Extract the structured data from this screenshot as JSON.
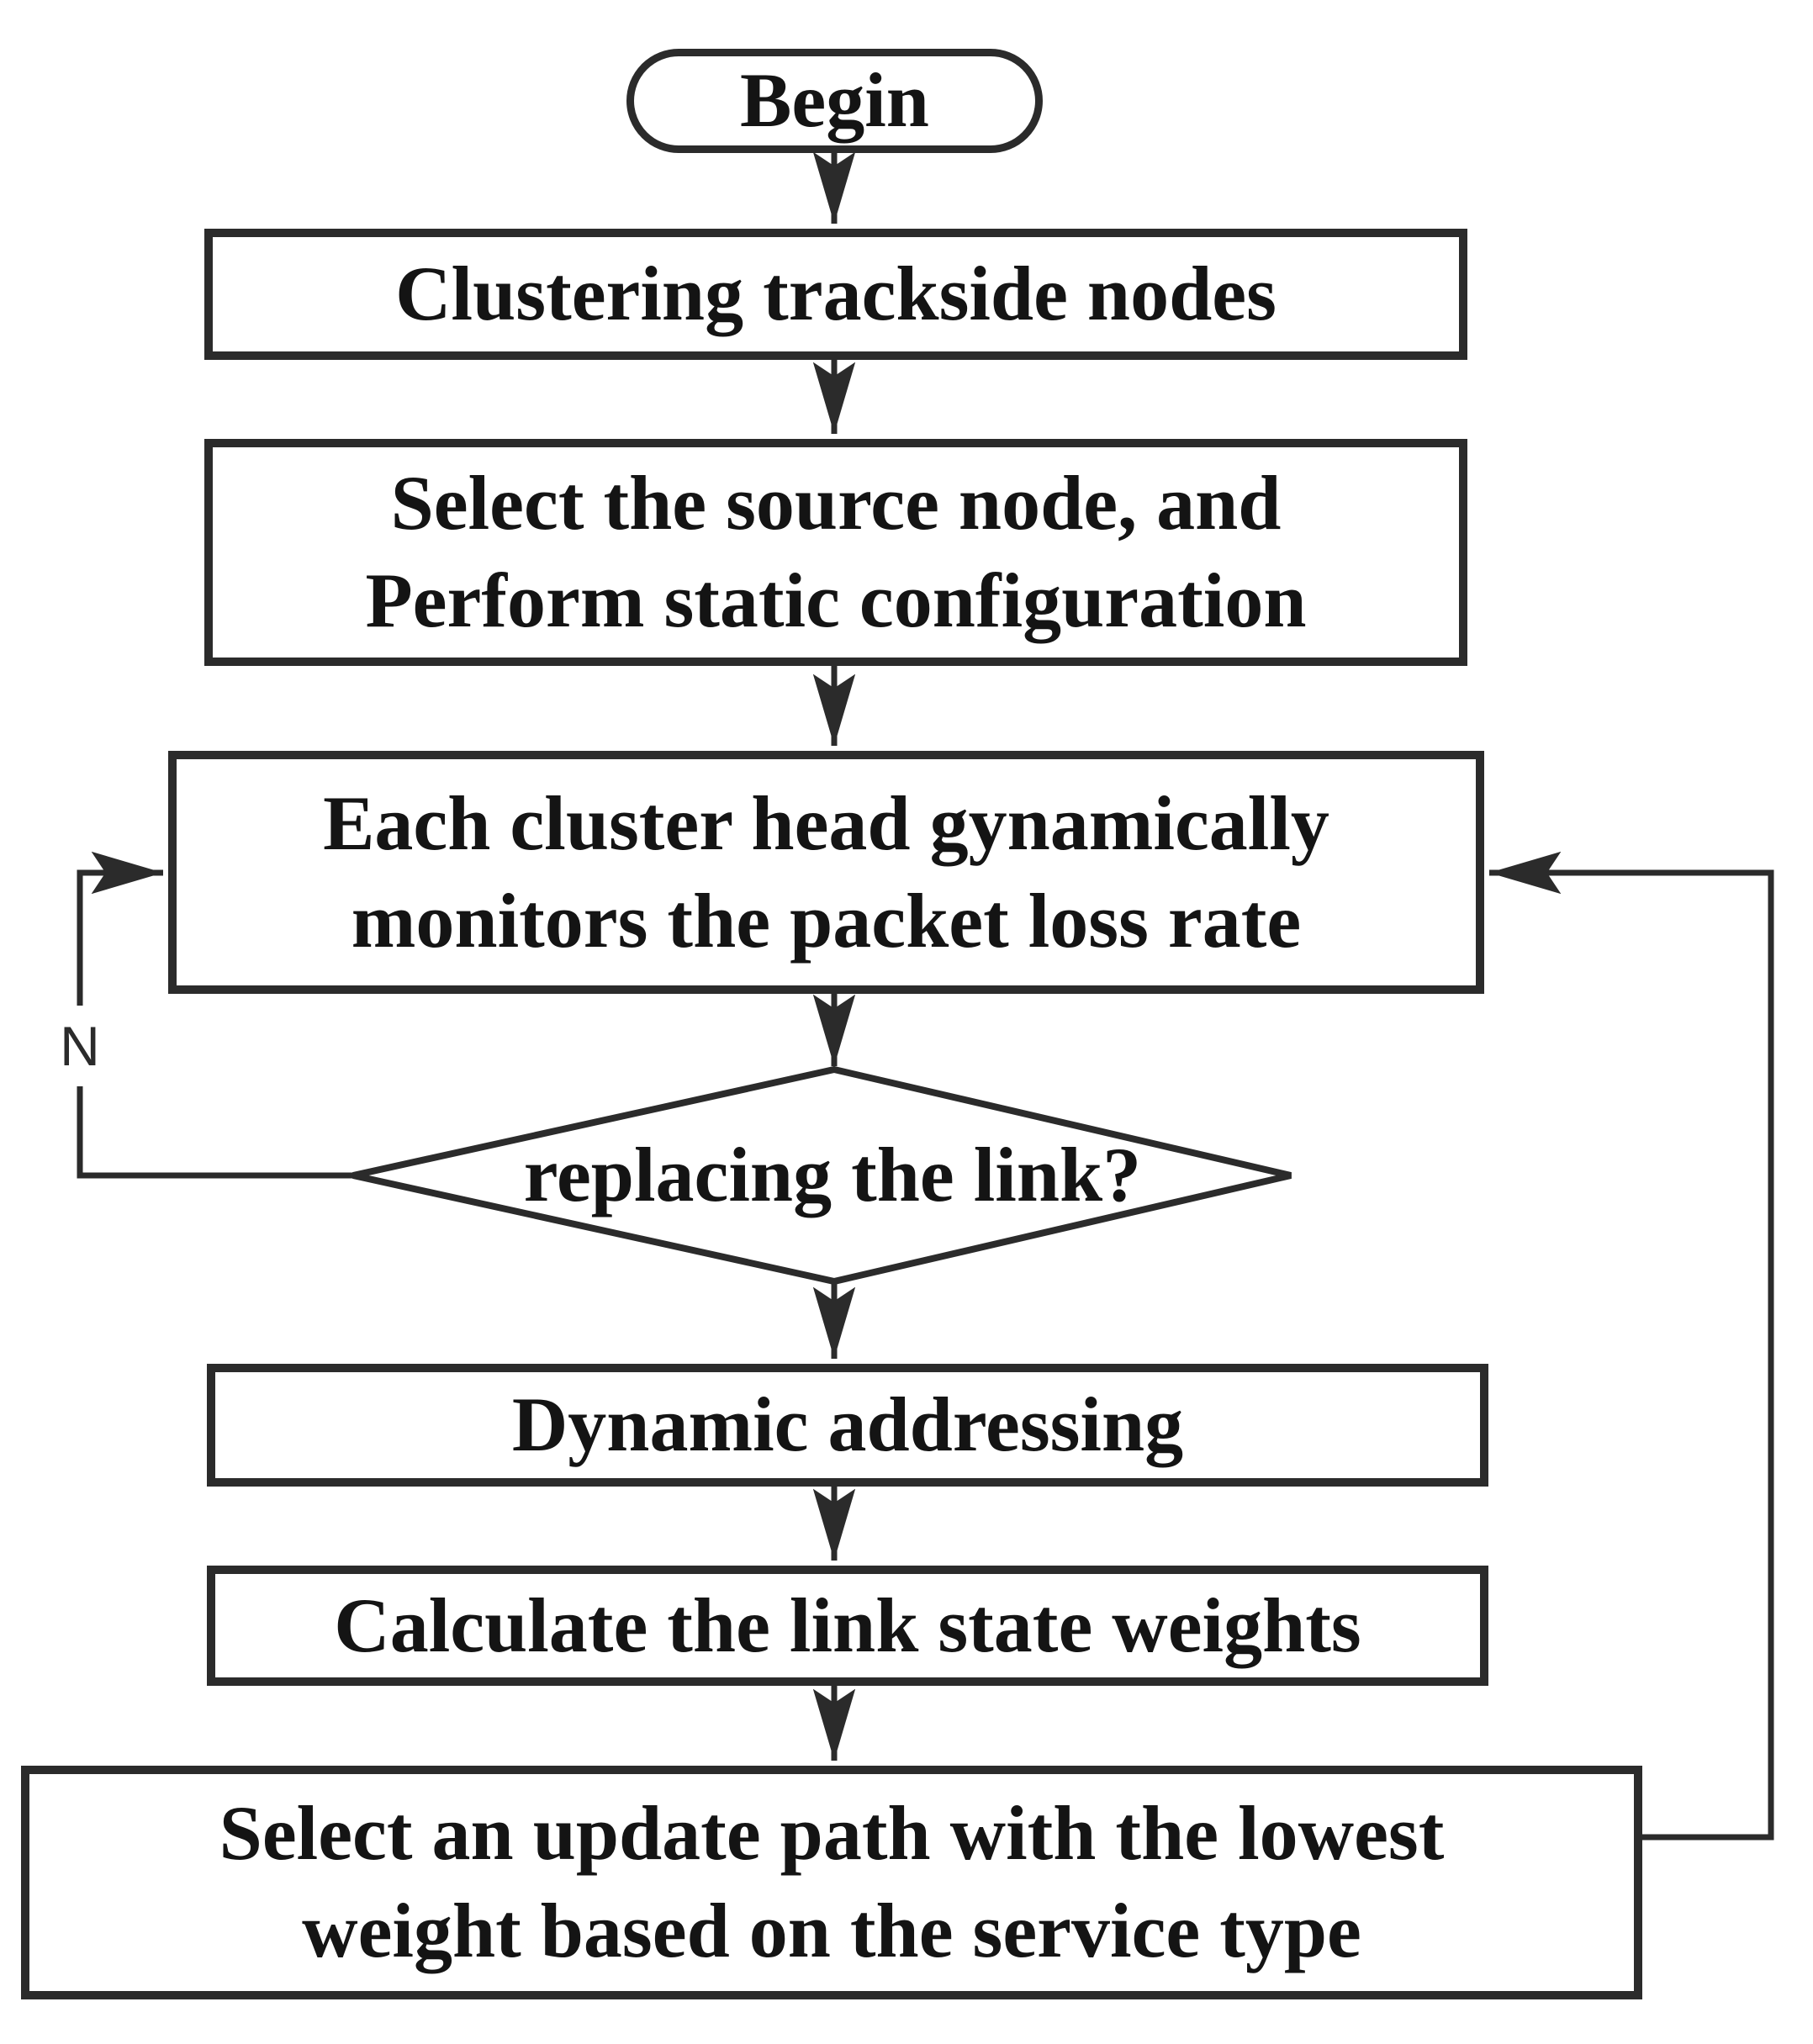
{
  "flowchart": {
    "begin": "Begin",
    "clustering": "Clustering trackside nodes",
    "select_source_line1": "Select the source node, and",
    "select_source_line2": "Perform static configuration",
    "monitor_line1": "Each cluster head gynamically",
    "monitor_line2": "monitors the packet loss rate",
    "decision": "replacing the link?",
    "decision_no_label": "N",
    "dynamic_addressing": "Dynamic addressing",
    "calculate_weights": "Calculate the link state weights",
    "select_path_line1": "Select an update path with the lowest",
    "select_path_line2": "weight based on the service type",
    "colors": {
      "stroke": "#2b2b2b",
      "text": "#141414",
      "background": "#ffffff"
    }
  }
}
